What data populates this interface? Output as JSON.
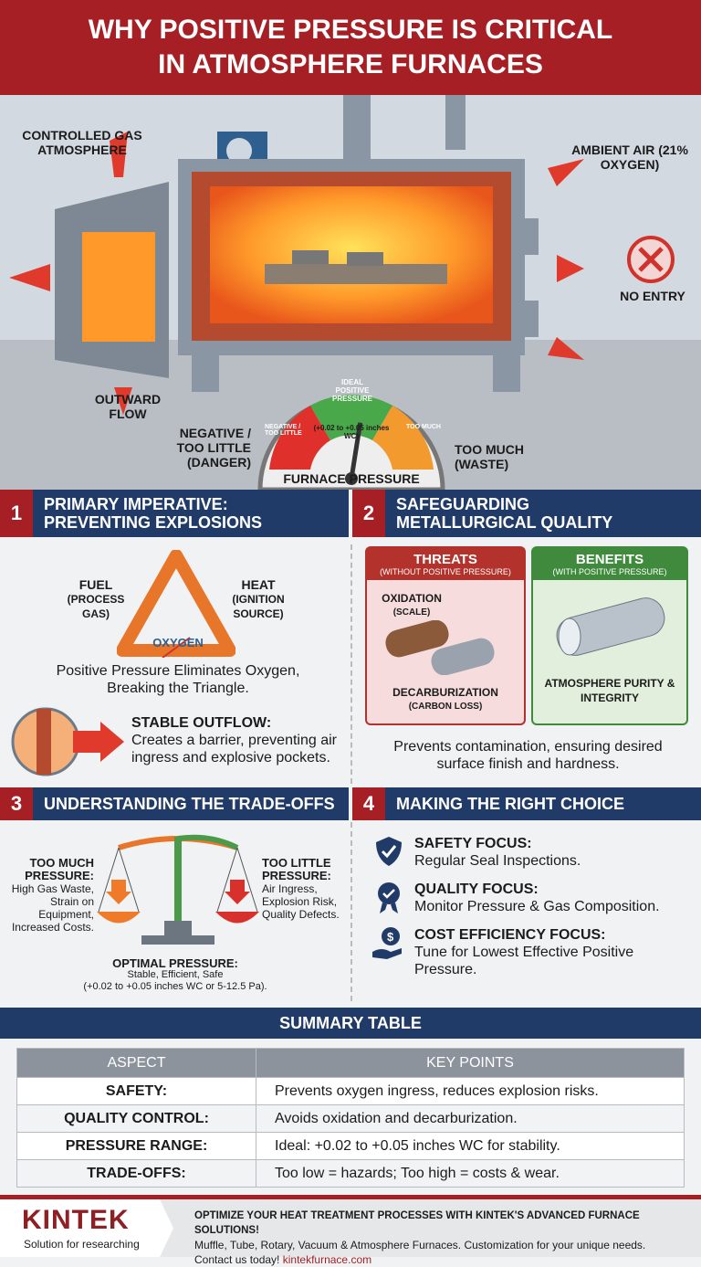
{
  "title": {
    "line1": "WHY POSITIVE PRESSURE IS CRITICAL",
    "line2": "IN ATMOSPHERE FURNACES"
  },
  "hero": {
    "controlled_gas": "CONTROLLED GAS ATMOSPHERE",
    "ambient_air": "AMBIENT AIR (21% OXYGEN)",
    "no_entry": "NO ENTRY",
    "outward_flow": "OUTWARD FLOW",
    "negative": "NEGATIVE / TOO LITTLE",
    "negative_sub": "(DANGER)",
    "too_much": "TOO MUCH",
    "too_much_sub": "(WASTE)",
    "gauge": {
      "title": "FURNACE PRESSURE",
      "red": "NEGATIVE / TOO LITTLE",
      "green": "IDEAL POSITIVE PRESSURE",
      "orange": "TOO MUCH",
      "range": "(+0.02 to +0.05 inches WC)",
      "needle_fraction": 0.55,
      "colors": {
        "red": "#e0302b",
        "green": "#49a84a",
        "orange": "#f29a2e"
      }
    }
  },
  "s1": {
    "num": "1",
    "title": "PRIMARY IMPERATIVE: PREVENTING EXPLOSIONS",
    "fuel": "FUEL",
    "fuel_sub": "(PROCESS GAS)",
    "heat": "HEAT",
    "heat_sub": "(IGNITION SOURCE)",
    "oxygen": "OXYGEN",
    "caption": "Positive Pressure Eliminates Oxygen, Breaking the Triangle.",
    "outflow_title": "STABLE OUTFLOW:",
    "outflow_text": "Creates a barrier, preventing air ingress and explosive pockets."
  },
  "s2": {
    "num": "2",
    "title": "SAFEGUARDING METALLURGICAL QUALITY",
    "threats": "THREATS",
    "threats_sub": "(WITHOUT POSITIVE PRESSURE)",
    "oxidation": "OXIDATION",
    "oxidation_sub": "(SCALE)",
    "decarb": "DECARBURIZATION",
    "decarb_sub": "(CARBON LOSS)",
    "benefits": "BENEFITS",
    "benefits_sub": "(WITH POSITIVE PRESSURE)",
    "purity": "ATMOSPHERE PURITY & INTEGRITY",
    "caption": "Prevents contamination, ensuring desired surface finish and hardness."
  },
  "s3": {
    "num": "3",
    "title": "UNDERSTANDING THE TRADE-OFFS",
    "much_title": "TOO MUCH PRESSURE:",
    "much_text": "High Gas Waste, Strain on Equipment, Increased Costs.",
    "little_title": "TOO LITTLE PRESSURE:",
    "little_text": "Air Ingress, Explosion Risk, Quality Defects.",
    "optimal_title": "OPTIMAL PRESSURE:",
    "optimal_text": "Stable, Efficient, Safe",
    "optimal_range": "(+0.02 to +0.05 inches WC or 5-12.5 Pa)."
  },
  "s4": {
    "num": "4",
    "title": "MAKING THE RIGHT CHOICE",
    "items": [
      {
        "icon": "shield-check-icon",
        "title": "SAFETY FOCUS:",
        "text": "Regular Seal Inspections."
      },
      {
        "icon": "award-badge-icon",
        "title": "QUALITY FOCUS:",
        "text": "Monitor Pressure & Gas Composition."
      },
      {
        "icon": "hand-dollar-icon",
        "title": "COST EFFICIENCY FOCUS:",
        "text": "Tune for Lowest Effective Positive Pressure."
      }
    ]
  },
  "summary": {
    "title": "SUMMARY TABLE",
    "headers": [
      "ASPECT",
      "KEY POINTS"
    ],
    "rows": [
      [
        "SAFETY:",
        "Prevents oxygen ingress, reduces explosion risks."
      ],
      [
        "QUALITY CONTROL:",
        "Avoids oxidation and decarburization."
      ],
      [
        "PRESSURE RANGE:",
        "Ideal: +0.02 to +0.05 inches WC for stability."
      ],
      [
        "TRADE-OFFS:",
        "Too low = hazards; Too high = costs & wear."
      ]
    ]
  },
  "footer": {
    "logo": "KINTEK",
    "tagline": "Solution for researching",
    "headline": "OPTIMIZE YOUR HEAT TREATMENT PROCESSES WITH KINTEK'S ADVANCED FURNACE SOLUTIONS!",
    "line2": "Muffle, Tube, Rotary, Vacuum & Atmosphere Furnaces. Customization for your unique needs.",
    "contact": "Contact us today!",
    "link": "kintekfurnace.com"
  }
}
